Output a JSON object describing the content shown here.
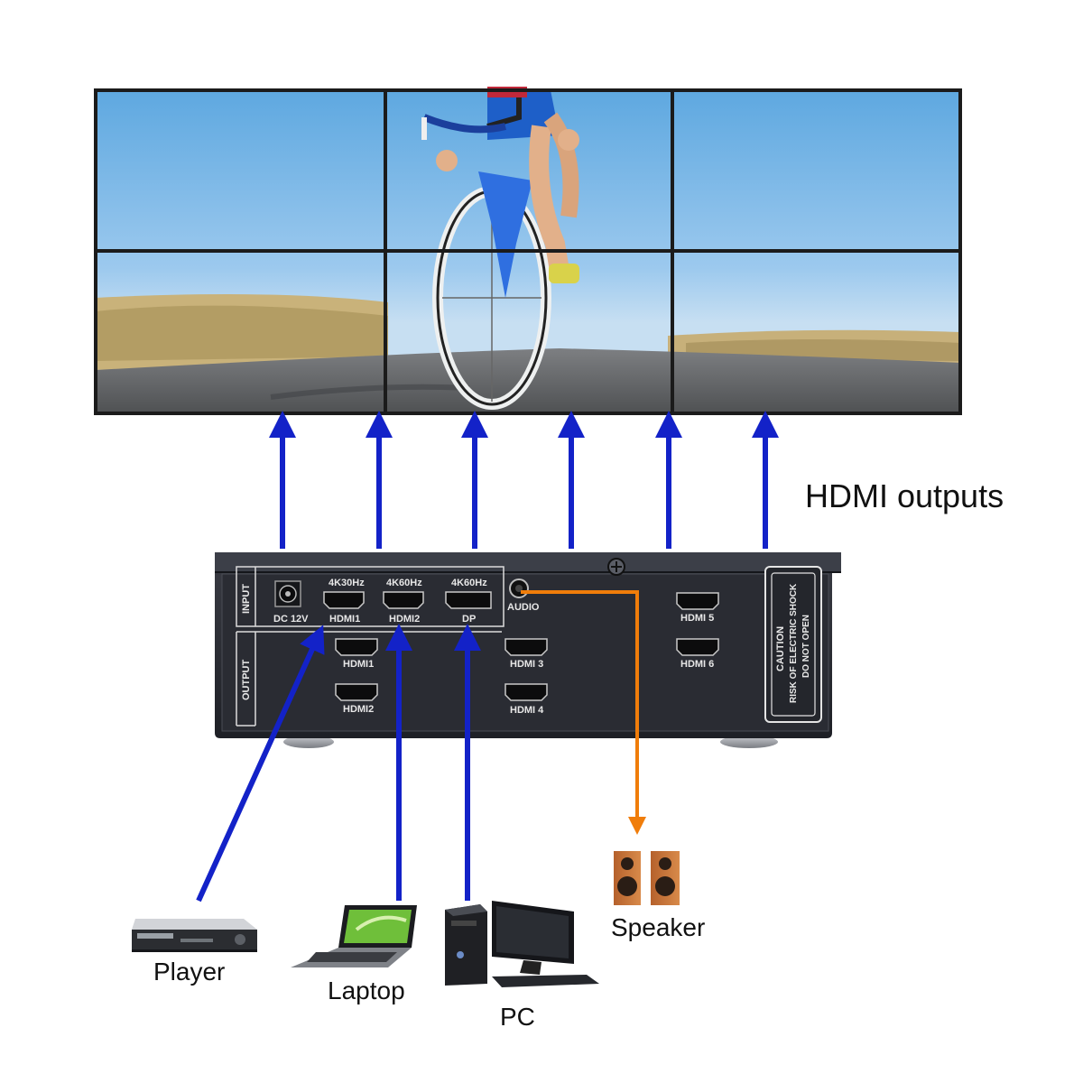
{
  "diagram": {
    "outputs_label": "HDMI outputs",
    "colors": {
      "video_arrow": "#1322c8",
      "audio_arrow": "#f07d0a",
      "device_body": "#2e3037",
      "device_panel": "#23252b",
      "silkscreen": "#e8e8e8"
    },
    "video_wall": {
      "rows": 2,
      "columns": 3,
      "image": "cyclist-on-road"
    },
    "device": {
      "input_group_label": "INPUT",
      "output_group_label": "OUTPUT",
      "ports": {
        "dc": {
          "top": "",
          "bottom": "DC 12V"
        },
        "in_hdmi1": {
          "top": "4K30Hz",
          "bottom": "HDMI1"
        },
        "in_hdmi2": {
          "top": "4K60Hz",
          "bottom": "HDMI2"
        },
        "in_dp": {
          "top": "4K60Hz",
          "bottom": "DP"
        },
        "audio": "AUDIO",
        "out_hdmi1": "HDMI1",
        "out_hdmi2": "HDMI2",
        "out_hdmi3": "HDMI 3",
        "out_hdmi4": "HDMI 4",
        "out_hdmi5": "HDMI 5",
        "out_hdmi6": "HDMI 6"
      },
      "caution": [
        "CAUTION",
        "RISK OF ELECTRIC SHOCK",
        "DO NOT OPEN"
      ]
    },
    "sources": [
      {
        "label": "Player",
        "icon": "dvd-player-icon"
      },
      {
        "label": "Laptop",
        "icon": "laptop-icon"
      },
      {
        "label": "PC",
        "icon": "desktop-pc-icon"
      }
    ],
    "audio_sink": {
      "label": "Speaker",
      "icon": "speaker-icon"
    }
  }
}
